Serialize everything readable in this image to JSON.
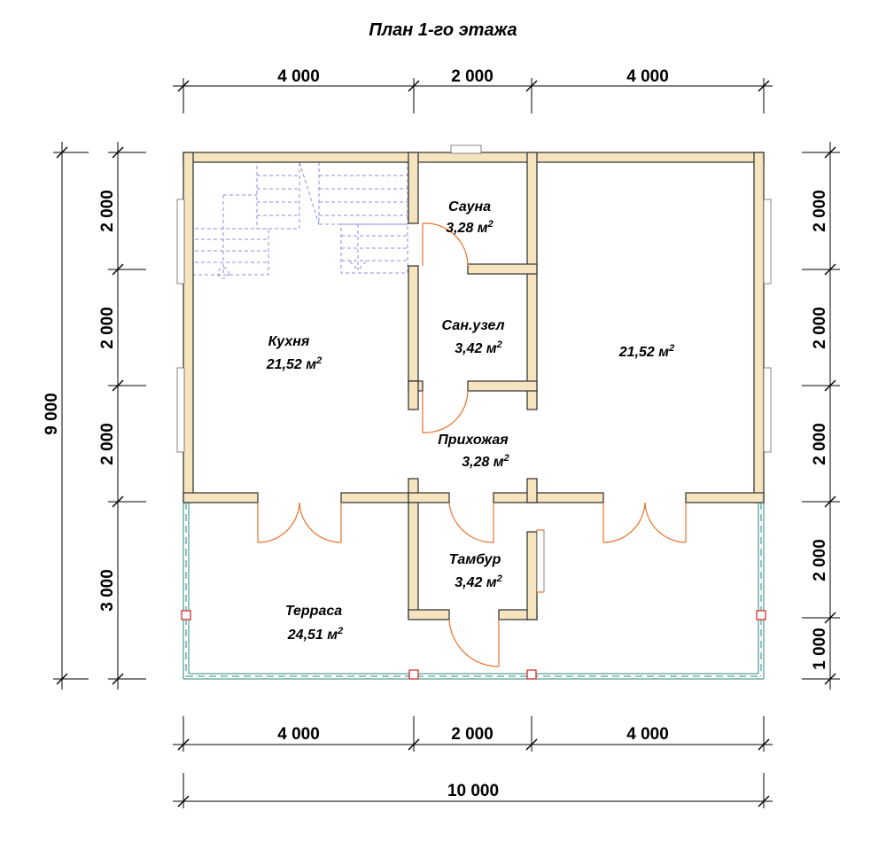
{
  "title": "План 1-го этажа",
  "dimensions": {
    "top": [
      "4 000",
      "2 000",
      "4 000"
    ],
    "bottom": [
      "4 000",
      "2 000",
      "4 000"
    ],
    "total_width": "10 000",
    "left_inner": [
      "2 000",
      "2 000",
      "2 000",
      "3 000"
    ],
    "left_total": "9 000",
    "right": [
      "2 000",
      "2 000",
      "2 000",
      "2 000",
      "1 000"
    ]
  },
  "rooms": {
    "sauna": {
      "name": "Сауна",
      "area": "3,28 м"
    },
    "bathroom": {
      "name": "Сан.узел",
      "area": "3,42 м"
    },
    "kitchen": {
      "name": "Кухня",
      "area": "21,52 м"
    },
    "living": {
      "name": "",
      "area": "21,52 м"
    },
    "hall": {
      "name": "Прихожая",
      "area": "3,28 м"
    },
    "vestibule": {
      "name": "Тамбур",
      "area": "3,42 м"
    },
    "terrace": {
      "name": "Терраса",
      "area": "24,51 м"
    }
  },
  "area_superscript": "2"
}
